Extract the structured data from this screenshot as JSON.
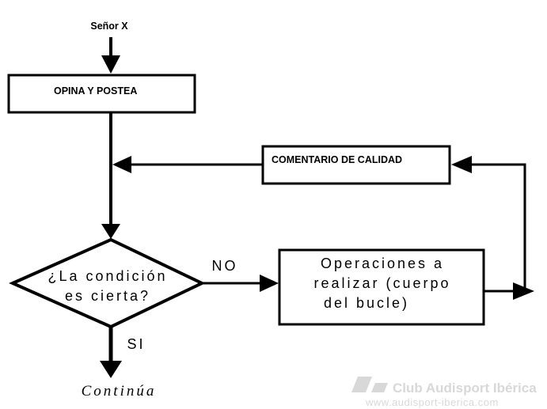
{
  "start_label": "Señor X",
  "box_opina": "OPINA Y POSTEA",
  "box_comentario": "COMENTARIO DE CALIDAD",
  "decision": {
    "line1": "¿La condición",
    "line2": "es cierta?"
  },
  "branch_no": "NO",
  "branch_si": "SI",
  "loop_body": {
    "line1": "Operaciones a",
    "line2": "realizar (cuerpo",
    "line3": "del bucle)"
  },
  "end_label": "Continúa",
  "watermark": {
    "brand": "Club Audisport Ibérica",
    "url": "www.audisport-iberica.com"
  }
}
